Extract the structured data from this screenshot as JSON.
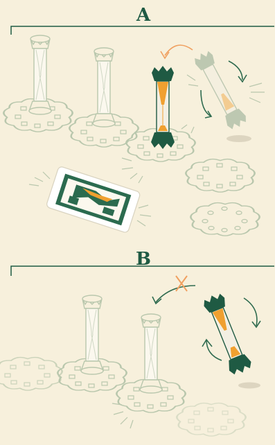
{
  "panels": [
    {
      "id": "A",
      "label": "A"
    },
    {
      "id": "B",
      "label": "B"
    }
  ],
  "colors": {
    "background": "#f7f0dc",
    "dark_green": "#1f5a43",
    "faded_green": "#8fa88f",
    "light_outline": "#b9c7ad",
    "sand": "#f0a030",
    "orange_arrow": "#f0a060",
    "card_green": "#2b6b4f"
  },
  "icons": [
    "hourglass-icon",
    "token-base-icon",
    "card-icon",
    "rotate-arrow-icon",
    "move-arrow-icon",
    "cross-icon"
  ]
}
